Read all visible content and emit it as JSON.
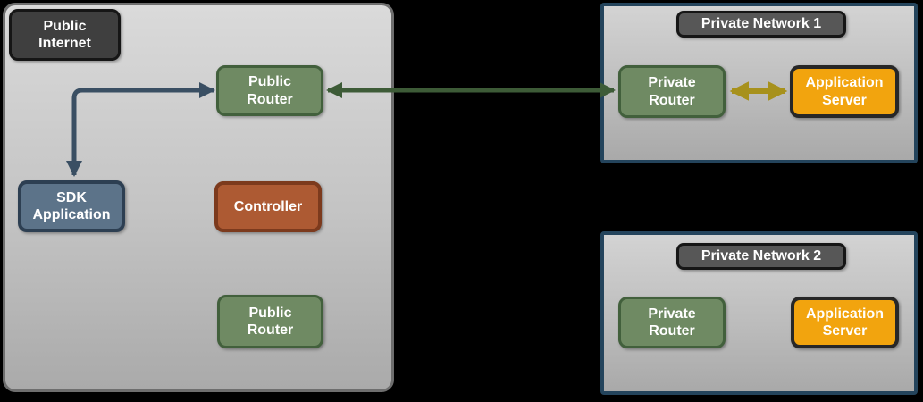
{
  "public_zone": {
    "label": "Public\nInternet",
    "public_router_top": "Public\nRouter",
    "sdk_application": "SDK\nApplication",
    "controller": "Controller",
    "public_router_bottom": "Public\nRouter"
  },
  "private_network_1": {
    "title": "Private Network 1",
    "private_router": "Private\nRouter",
    "application_server": "Application\nServer"
  },
  "private_network_2": {
    "title": "Private Network 2",
    "private_router": "Private\nRouter",
    "application_server": "Application\nServer"
  },
  "connections": [
    {
      "from": "Public Router (public internet)",
      "to": "SDK Application",
      "style": "elbow",
      "bidirectional": true,
      "color": "#3a4f63"
    },
    {
      "from": "Public Router (public internet)",
      "to": "Private Router (private network 1)",
      "style": "straight",
      "bidirectional": true,
      "color": "#3d5b37"
    },
    {
      "from": "Private Router (private network 1)",
      "to": "Application Server (private network 1)",
      "style": "straight",
      "bidirectional": true,
      "color": "#a7911c"
    }
  ],
  "colors": {
    "arrow_navy": "#3a4f63",
    "arrow_green": "#3d5b37",
    "arrow_yellow": "#a7911c",
    "router_green": "#6f8a63",
    "sdk_blue": "#5c7389",
    "controller_red": "#ad5a33",
    "app_server_orange": "#f2a40e",
    "dark_label": "#3f3f3f",
    "zone_border_gray": "#6e6e6e",
    "zone_border_blue": "#24445c"
  }
}
